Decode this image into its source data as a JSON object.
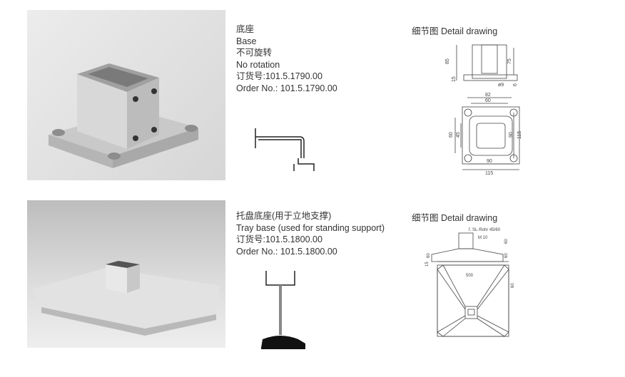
{
  "item1": {
    "name_cn": "底座",
    "name_en": "Base",
    "feature_cn": "不可旋转",
    "feature_en": "No rotation",
    "order_cn": "订货号:101.5.1790.00",
    "order_en": "Order No.: 101.5.1790.00",
    "detail_label": "细节图 Detail drawing",
    "dims": {
      "h85": "85",
      "h75": "75",
      "h15": "15",
      "h6": "6",
      "d9": "ø9",
      "w82": "82",
      "w60": "60",
      "v60": "60",
      "v45": "45",
      "v90": "90",
      "v115": "115",
      "b90": "90",
      "b115": "115"
    }
  },
  "item2": {
    "name": "托盘底座(用于立地支撑)",
    "name_en": "Tray base (used for standing support)",
    "order_cn": "订货号:101.5.1800.00",
    "order_en": "Order No.: 101.5.1800.00",
    "detail_label": "细节图 Detail drawing",
    "dims": {
      "tube": "f. SL-Rohr 45/60",
      "m10": "M 10",
      "h60a": "60",
      "h60b": "60",
      "h60c": "60",
      "h15": "15",
      "w500": "500",
      "c60": "60"
    }
  }
}
